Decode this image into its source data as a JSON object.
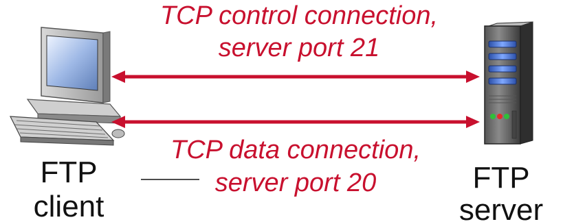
{
  "control_connection": {
    "line1": "TCP control connection,",
    "line2": "server port 21"
  },
  "data_connection": {
    "line1": "TCP data connection,",
    "line2": "server port 20"
  },
  "client": {
    "line1": "FTP",
    "line2": "client",
    "icon": "desktop-computer-icon"
  },
  "server": {
    "line1": "FTP",
    "line2": "server",
    "icon": "tower-server-icon"
  },
  "colors": {
    "connection": "#c8102e",
    "label_text": "#111111"
  }
}
